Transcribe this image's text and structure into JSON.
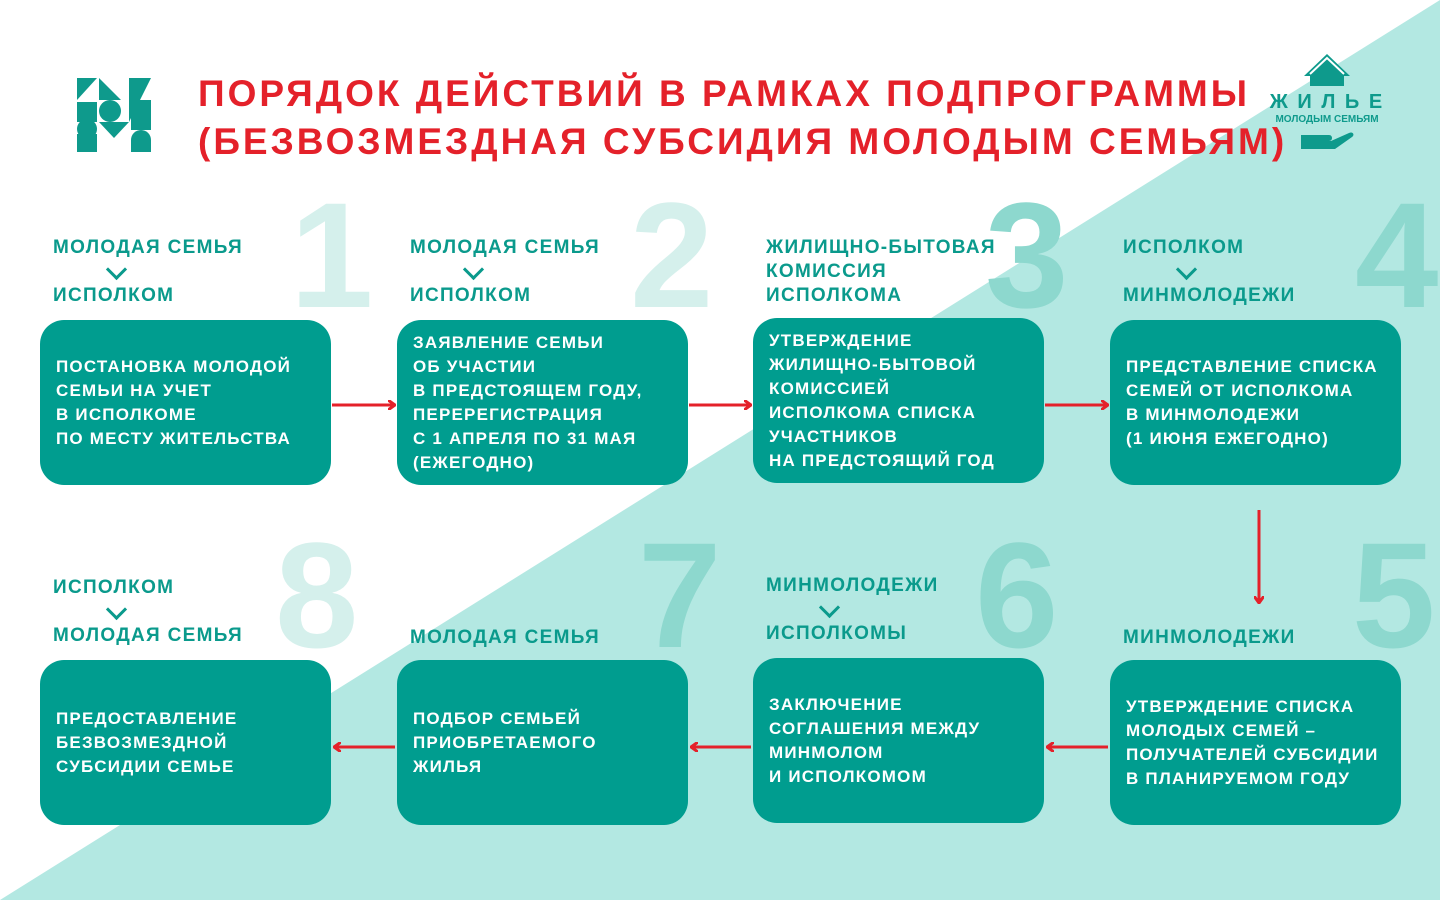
{
  "title": {
    "line1": "ПОРЯДОК ДЕЙСТВИЙ В РАМКАХ ПОДПРОГРАММЫ",
    "line2": "(БЕЗВОЗМЕЗДНАЯ СУБСИДИЯ МОЛОДЫМ СЕМЬЯМ)"
  },
  "logo_right": {
    "word": "Ж И Л Ь Е",
    "sub": "МОЛОДЫМ СЕМЬЯМ"
  },
  "colors": {
    "accent": "#009d8f",
    "title": "#e4212a",
    "background": "#b3e8e2"
  },
  "steps": [
    {
      "number": "1",
      "from": "Молодая семья",
      "to": "Исполком",
      "text": "Постановка молодой\nсемьи на учет\nв исполкоме\nпо месту жительства"
    },
    {
      "number": "2",
      "from": "Молодая семья",
      "to": "Исполком",
      "text": "Заявление семьи\nоб участии\nв предстоящем году,\nперерегистрация\nс 1 апреля по 31 мая\n(ежегодно)"
    },
    {
      "number": "3",
      "from": "Жилищно-бытовая\nкомиссия\nисполкома",
      "to": "",
      "text": "Утверждение\nжилищно-бытовой\nкомиссией\nисполкома списка\nучастников\nна предстоящий год"
    },
    {
      "number": "4",
      "from": "Исполком",
      "to": "Минмолодежи",
      "text": "Представление списка\nсемей от исполкома\nв минмолодежи\n(1 июня ежегодно)"
    },
    {
      "number": "5",
      "from": "Минмолодежи",
      "to": "",
      "text": "Утверждение списка\nмолодых семей –\nполучателей субсидии\nв планируемом году"
    },
    {
      "number": "6",
      "from": "Минмолодежи",
      "to": "Исполкомы",
      "text": "Заключение\nсоглашения между\nминмолом\nи исполкомом"
    },
    {
      "number": "7",
      "from": "Молодая семья",
      "to": "",
      "text": "Подбор семьей\nприобретаемого\nжилья"
    },
    {
      "number": "8",
      "from": "Исполком",
      "to": "Молодая семья",
      "text": "Предоставление\nбезвозмездной\nсубсидии семье"
    }
  ]
}
